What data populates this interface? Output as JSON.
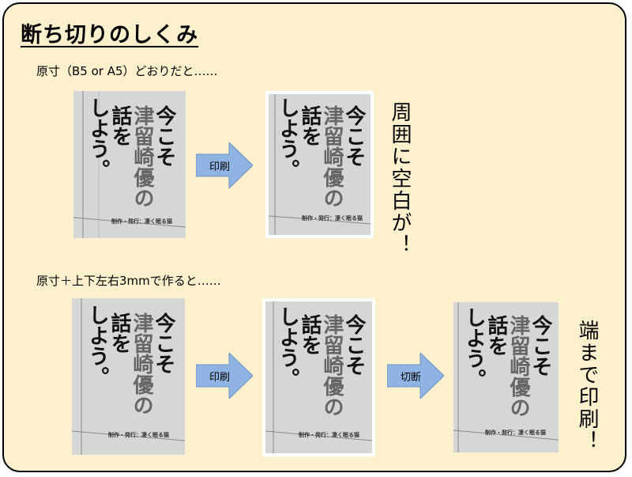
{
  "title": "断ち切りのしくみ",
  "section1": {
    "caption": "原寸（B5 or A5）どおりだと……",
    "arrow_label": "印刷",
    "result_note": "周囲に空白が！"
  },
  "section2": {
    "caption": "原寸＋上下左右3mmで作ると……",
    "arrow1_label": "印刷",
    "arrow2_label": "切断",
    "result_note": "端まで印刷！"
  },
  "cover": {
    "line1": "今こそ",
    "line2": "津留崎優の",
    "line3": "話を",
    "line4": "しよう。",
    "credit": "制作・発行：凄く眠る猫"
  },
  "colors": {
    "panel_bg": "#fdf0cc",
    "cover_bg": "#d6d6d6",
    "arrow_fill": "#8fb4e3"
  }
}
